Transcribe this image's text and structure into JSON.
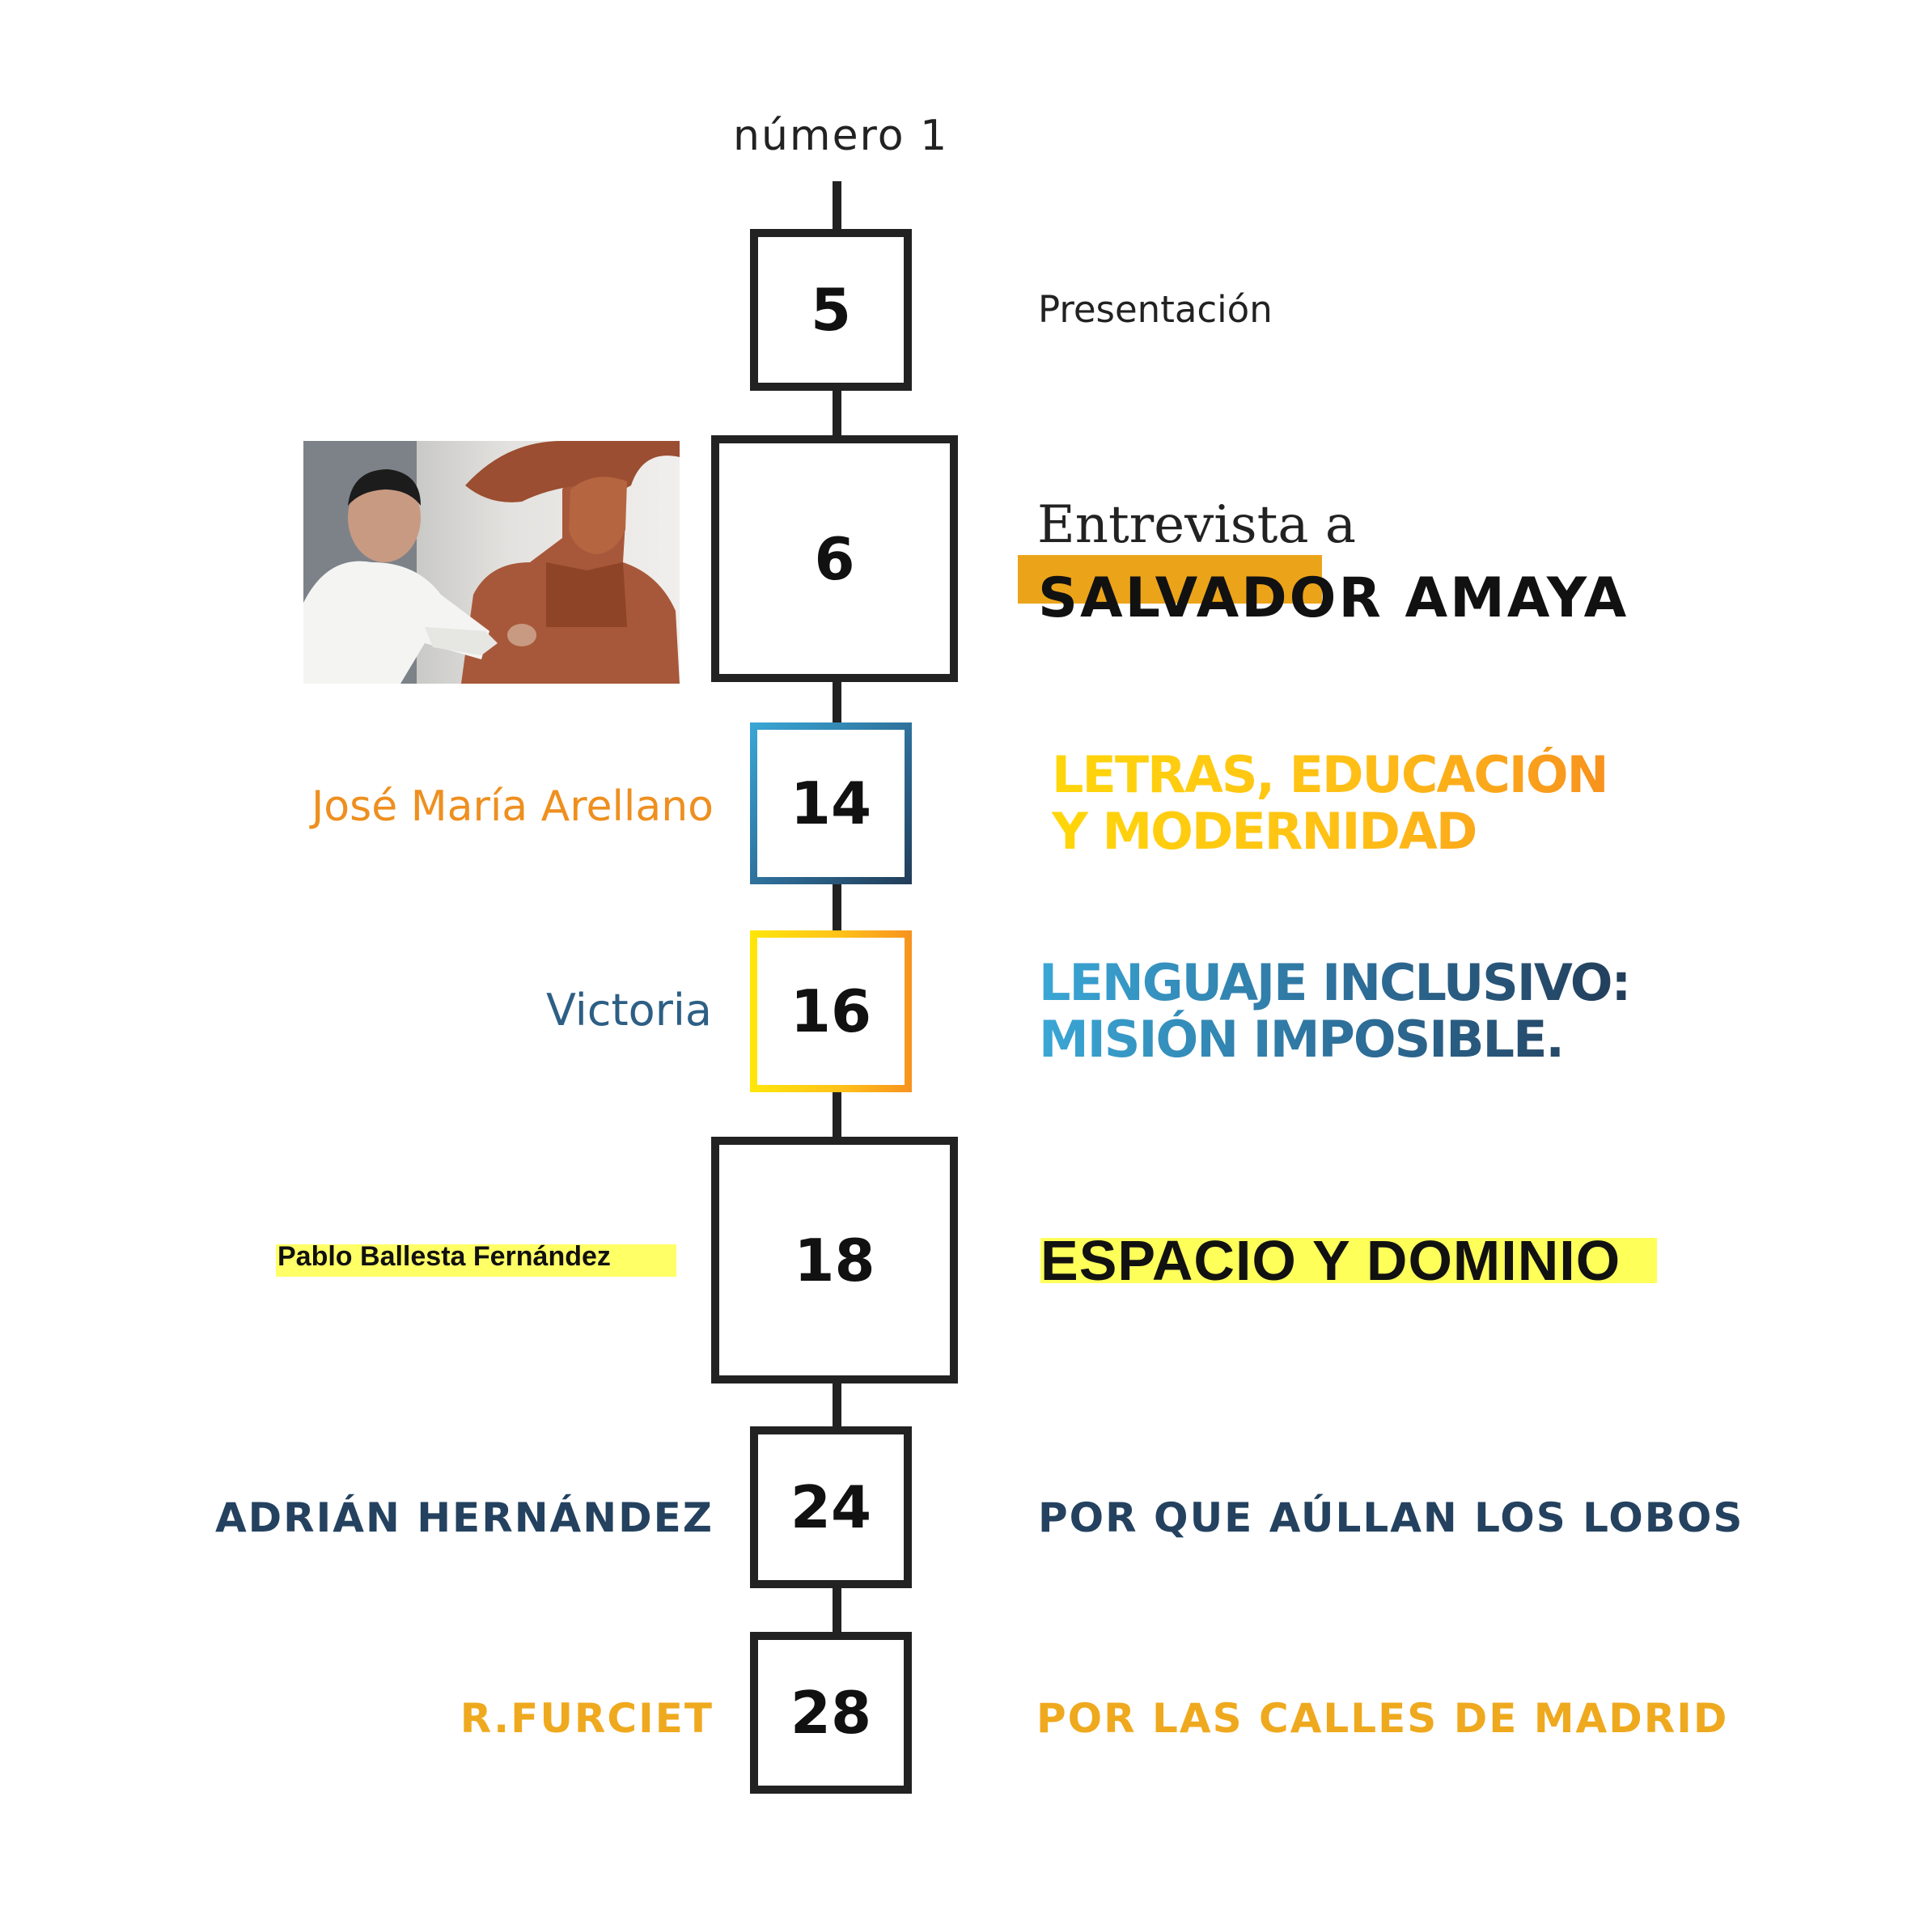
{
  "issue_label": "número 1",
  "entries": [
    {
      "page": "5",
      "title": "Presentación"
    },
    {
      "page": "6",
      "title_line1": "Entrevista a",
      "title_line2": "SALVADOR AMAYA"
    },
    {
      "page": "14",
      "author": "José María Arellano",
      "title_line1": "LETRAS, EDUCACIÓN",
      "title_line2": "Y MODERNIDAD"
    },
    {
      "page": "16",
      "author": "Victoria",
      "title_line1": "LENGUAJE INCLUSIVO:",
      "title_line2": "MISIÓN IMPOSIBLE."
    },
    {
      "page": "18",
      "author": "Pablo Ballesta Fernández",
      "title": "ESPACIO Y DOMINIO"
    },
    {
      "page": "24",
      "author": "ADRIÁN HERNÁNDEZ",
      "title": "POR QUE AÚLLAN LOS LOBOS"
    },
    {
      "page": "28",
      "author": "R.FURCIET",
      "title": "POR LAS CALLES DE MADRID"
    }
  ],
  "photo": {
    "subject": "sculptor-with-statue"
  },
  "colors": {
    "line": "#222222",
    "orange": "#efa91e",
    "navy": "#24425f",
    "blue": "#2d6d97",
    "yellow_highlight": "#ffff5a"
  }
}
